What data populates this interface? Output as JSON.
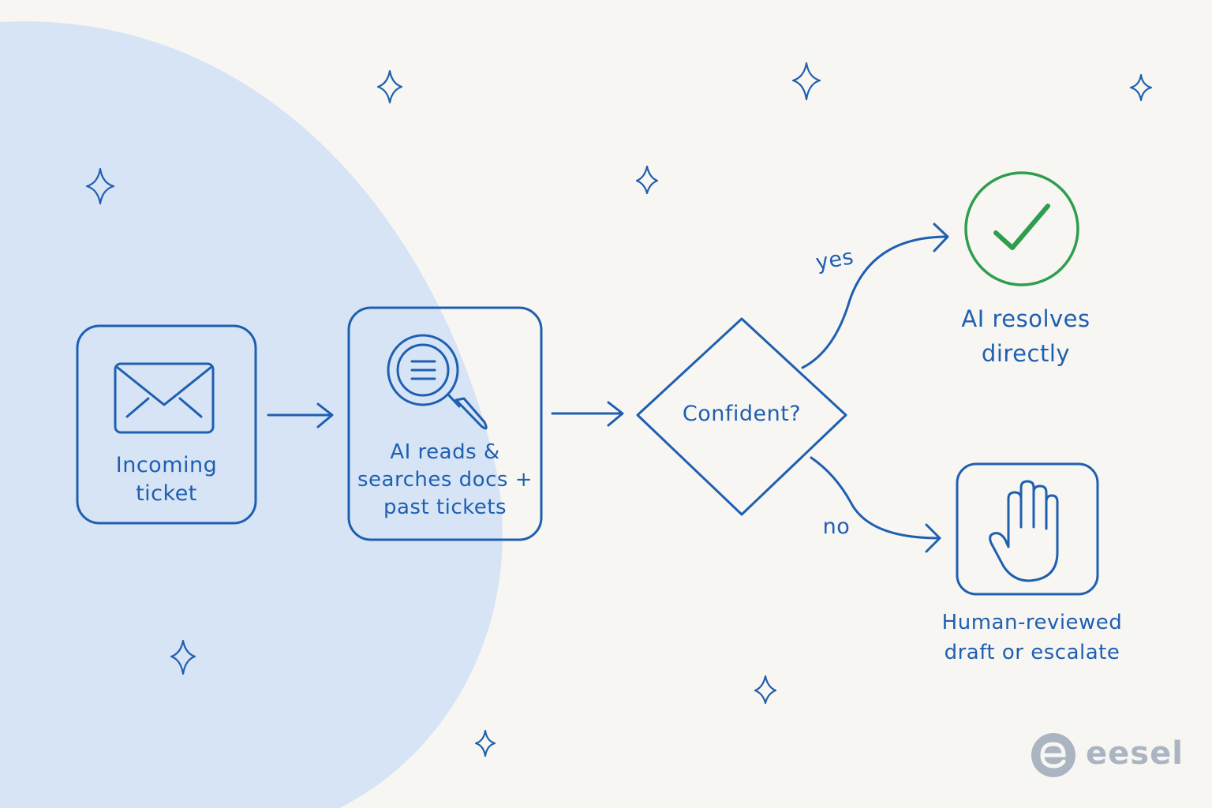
{
  "colors": {
    "background": "#f7f6f2",
    "blob": "#d6e4f6",
    "stroke": "#1f5fb0",
    "success": "#2e9e4e",
    "brand": "#aab5c1"
  },
  "nodes": {
    "incoming": {
      "icon": "envelope-icon",
      "lines": [
        "Incoming",
        "ticket"
      ]
    },
    "search": {
      "icon": "magnifier-icon",
      "lines": [
        "AI reads &",
        "searches docs +",
        "past tickets"
      ]
    },
    "decision": {
      "label": "Confident?"
    },
    "resolve": {
      "icon": "checkmark-icon",
      "lines": [
        "AI resolves",
        "directly"
      ]
    },
    "escalate": {
      "icon": "hand-icon",
      "lines": [
        "Human-reviewed",
        "draft or escalate"
      ]
    }
  },
  "edges": {
    "yes": "yes",
    "no": "no"
  },
  "brand": {
    "name": "eesel",
    "icon": "eesel-logo-icon"
  }
}
